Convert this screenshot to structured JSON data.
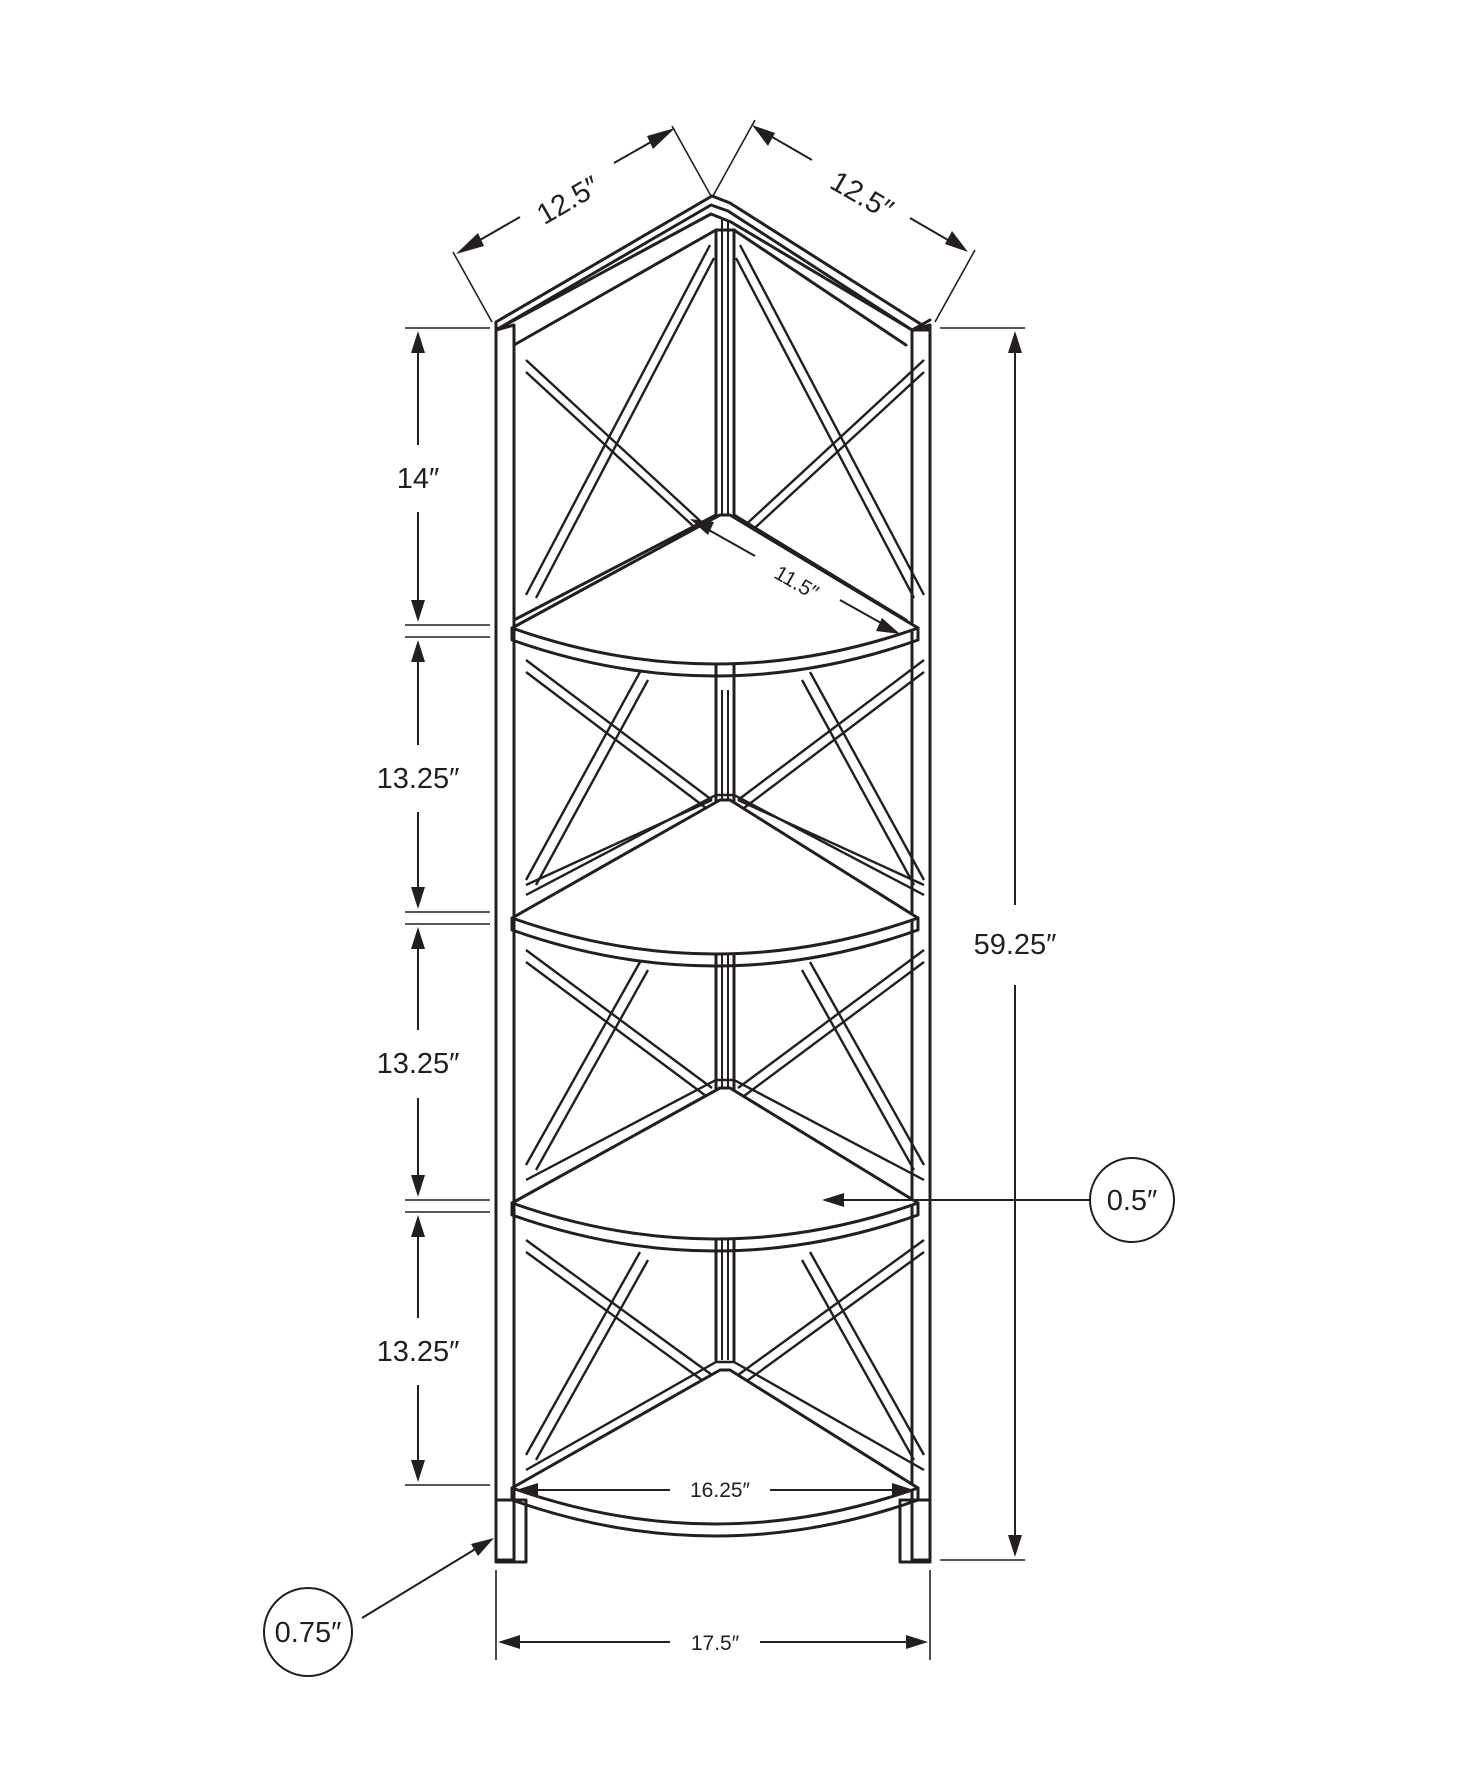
{
  "dimensions": {
    "top_left_depth": "12.5″",
    "top_right_depth": "12.5″",
    "shelf_depth": "11.5″",
    "top_section_height": "14″",
    "section_2_height": "13.25″",
    "section_3_height": "13.25″",
    "section_4_height": "13.25″",
    "total_height": "59.25″",
    "shelf_thickness": "0.5″",
    "leg_thickness": "0.75″",
    "inner_shelf_width": "16.25″",
    "overall_width": "17.5″"
  },
  "colors": {
    "ink": "#231f20",
    "background": "#ffffff"
  }
}
